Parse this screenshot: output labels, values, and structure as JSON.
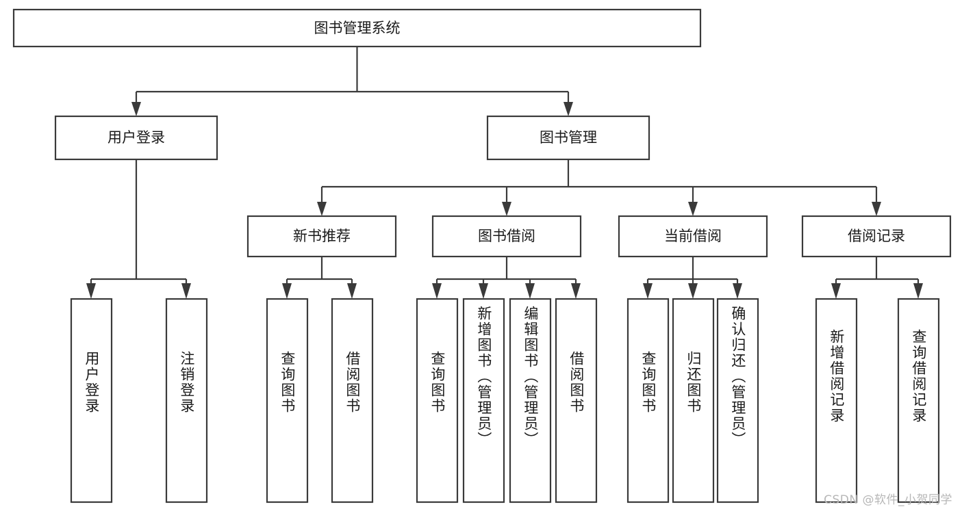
{
  "diagram": {
    "type": "tree-hierarchy-chart",
    "title": "图书管理系统",
    "watermark": "CSDN @软件_小贺同学",
    "colors": {
      "box_stroke": "#3a3a3a",
      "box_fill": "#ffffff",
      "text": "#1a1a1a",
      "background": "#ffffff",
      "watermark": "#b7b7b7"
    },
    "root": {
      "label": "图书管理系统"
    },
    "level2": [
      {
        "label": "用户登录"
      },
      {
        "label": "图书管理"
      }
    ],
    "level3": [
      {
        "label": "新书推荐"
      },
      {
        "label": "图书借阅"
      },
      {
        "label": "当前借阅"
      },
      {
        "label": "借阅记录"
      }
    ],
    "leaves": {
      "user_login": [
        {
          "label": "用户登录"
        },
        {
          "label": "注销登录"
        }
      ],
      "new_book_recommend": [
        {
          "label": "查询图书"
        },
        {
          "label": "借阅图书"
        }
      ],
      "book_borrow": [
        {
          "label": "查询图书"
        },
        {
          "label": "新增图书（管理员）"
        },
        {
          "label": "编辑图书（管理员）"
        },
        {
          "label": "借阅图书"
        }
      ],
      "current_borrow": [
        {
          "label": "查询图书"
        },
        {
          "label": "归还图书"
        },
        {
          "label": "确认归还（管理员）"
        }
      ],
      "borrow_record": [
        {
          "label": "新增借阅记录"
        },
        {
          "label": "查询借阅记录"
        }
      ]
    }
  }
}
